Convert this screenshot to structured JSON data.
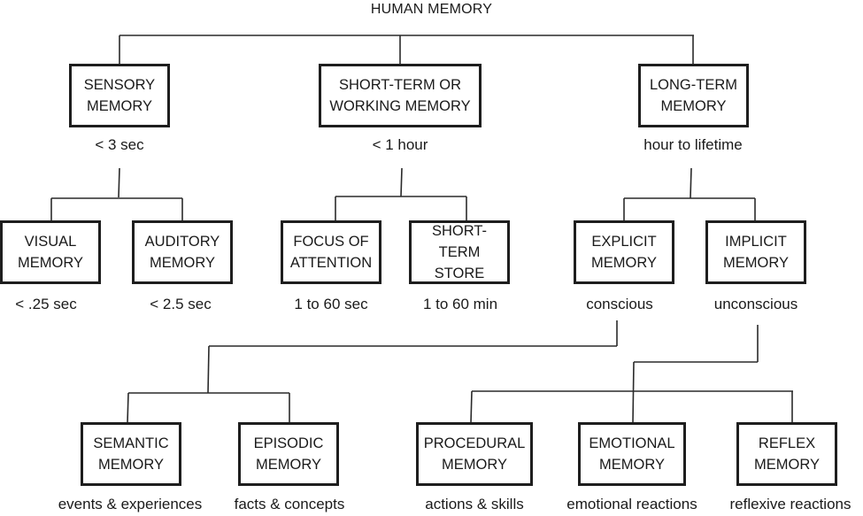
{
  "title": "HUMAN MEMORY",
  "level1": [
    {
      "line1": "SENSORY",
      "line2": "MEMORY",
      "caption": "< 3 sec"
    },
    {
      "line1": "SHORT-TERM OR",
      "line2": "WORKING MEMORY",
      "caption": "< 1 hour"
    },
    {
      "line1": "LONG-TERM",
      "line2": "MEMORY",
      "caption": "hour to lifetime"
    }
  ],
  "level2": [
    {
      "line1": "VISUAL",
      "line2": "MEMORY",
      "caption": "< .25 sec"
    },
    {
      "line1": "AUDITORY",
      "line2": "MEMORY",
      "caption": "< 2.5 sec"
    },
    {
      "line1": "FOCUS OF",
      "line2": "ATTENTION",
      "caption": "1 to 60 sec"
    },
    {
      "line1": "SHORT-TERM",
      "line2": "STORE",
      "caption": "1 to 60 min"
    },
    {
      "line1": "EXPLICIT",
      "line2": "MEMORY",
      "caption": "conscious"
    },
    {
      "line1": "IMPLICIT",
      "line2": "MEMORY",
      "caption": "unconscious"
    }
  ],
  "level3": [
    {
      "line1": "SEMANTIC",
      "line2": "MEMORY",
      "caption": "events & experiences"
    },
    {
      "line1": "EPISODIC",
      "line2": "MEMORY",
      "caption": "facts & concepts"
    },
    {
      "line1": "PROCEDURAL",
      "line2": "MEMORY",
      "caption": "actions & skills"
    },
    {
      "line1": "EMOTIONAL",
      "line2": "MEMORY",
      "caption": "emotional reactions"
    },
    {
      "line1": "REFLEX",
      "line2": "MEMORY",
      "caption": "reflexive reactions"
    }
  ]
}
